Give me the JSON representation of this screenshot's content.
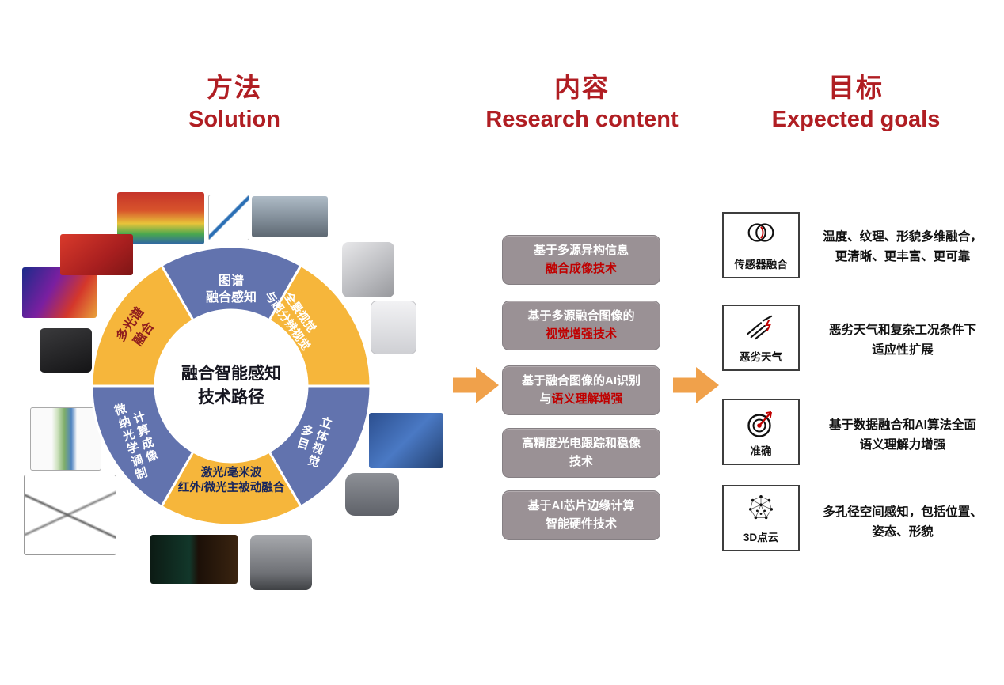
{
  "colors": {
    "title_red": "#b01e23",
    "donut_blue": "#6273ae",
    "donut_yellow": "#f6b63b",
    "box_gray": "#9a9195",
    "highlight_red": "#c00000",
    "arrow_orange": "#f0a14b"
  },
  "headers": {
    "solution_zh": "方法",
    "solution_en": "Solution",
    "content_zh": "内容",
    "content_en": "Research content",
    "goals_zh": "目标",
    "goals_en": "Expected goals"
  },
  "donut": {
    "center_line1": "融合智能感知",
    "center_line2": "技术路径",
    "segments": [
      {
        "line1": "图谱",
        "line2": "融合感知"
      },
      {
        "line1": "全景视觉",
        "line2": "与超分辨视觉"
      },
      {
        "line1": "多目",
        "line2": "立体视觉"
      },
      {
        "line1": "激光/毫米波",
        "line2": "红外/微光主被动融合"
      },
      {
        "line1": "微纳光学调制",
        "line2": "计算成像"
      },
      {
        "line1": "多光谱",
        "line2": "融合"
      }
    ]
  },
  "research": {
    "boxes": [
      {
        "line1": "基于多源异构信息",
        "line2_plain": "",
        "line2_red": "融合成像技术"
      },
      {
        "line1": "基于多源融合图像的",
        "line2_plain": "",
        "line2_red": "视觉增强技术"
      },
      {
        "line1": "基于融合图像的AI识别",
        "line2_plain": "与",
        "line2_red": "语义理解增强"
      },
      {
        "line1": "高精度光电跟踪和稳像",
        "line2_plain": "技术",
        "line2_red": ""
      },
      {
        "line1": "基于AI芯片边缘计算",
        "line2_plain": "智能硬件技术",
        "line2_red": ""
      }
    ]
  },
  "goals": {
    "items": [
      {
        "icon": "sensor-fusion-venn-icon",
        "label": "传感器融合",
        "desc1": "温度、纹理、形貌多维融合，",
        "desc2": "更清晰、更丰富、更可靠"
      },
      {
        "icon": "storm-weather-icon",
        "label": "恶劣天气",
        "desc1": "恶劣天气和复杂工况条件下",
        "desc2": "适应性扩展"
      },
      {
        "icon": "target-accuracy-icon",
        "label": "准确",
        "desc1": "基于数据融合和AI算法全面",
        "desc2": "语义理解力增强"
      },
      {
        "icon": "point-cloud-icon",
        "label": "3D点云",
        "desc1": "多孔径空间感知，包括位置、",
        "desc2": "姿态、形貌"
      }
    ]
  }
}
